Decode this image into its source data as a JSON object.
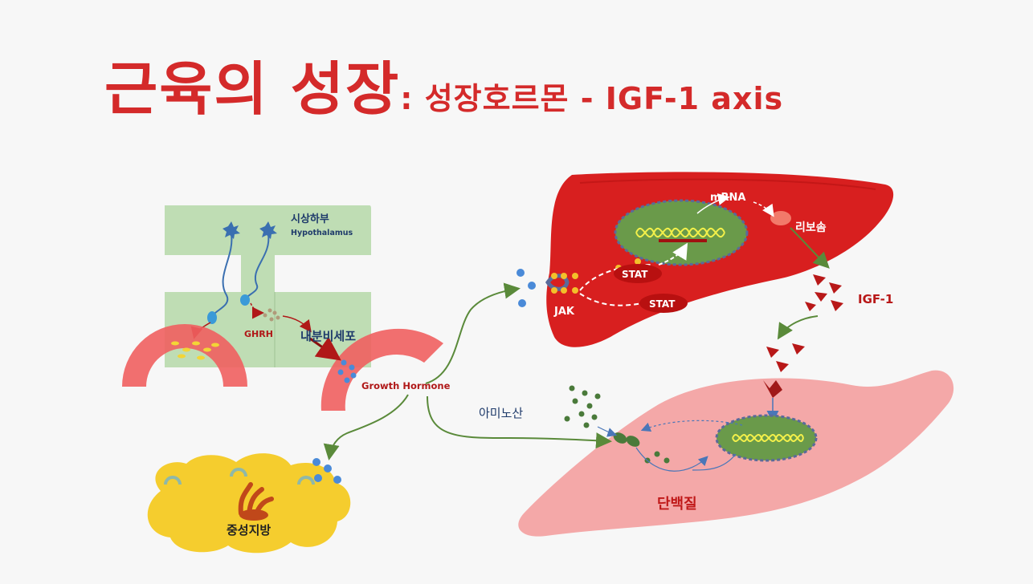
{
  "title": {
    "main": "근육의 성장",
    "subtitle": ": 성장호르몬 - IGF-1 axis"
  },
  "labels": {
    "hypothalamus_ko": "시상하부",
    "hypothalamus_en": "Hypothalamus",
    "ghrh": "GHRH",
    "endocrine_cell": "내분비세포",
    "growth_hormone": "Growth Hormone",
    "amino_acid": "아미노산",
    "triglyceride": "중성지방",
    "protein": "단백질",
    "mrna": "mRNA",
    "ribosome": "리보솜",
    "igf1": "IGF-1",
    "jak": "JAK",
    "stat1": "STAT",
    "stat2": "STAT"
  },
  "colors": {
    "title_red": "#d42a2a",
    "liver_red": "#d81f1f",
    "muscle_pink": "#f4a8a8",
    "hypothalamus_green": "#b5d8a8",
    "fat_yellow": "#f5cd2e",
    "nucleus_green": "#5a8a3a",
    "arrow_green": "#5a8a3a",
    "dark_blue_text": "#1f3b6b"
  }
}
